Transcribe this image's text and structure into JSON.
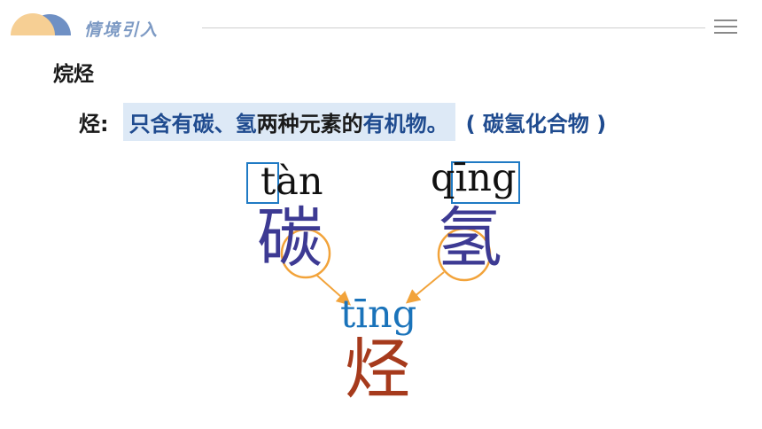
{
  "header": {
    "title": "情境引入",
    "logo_icon": "half-sun-logo-icon",
    "menu_icon": "hamburger-menu-icon"
  },
  "section_title": "烷烃",
  "definition": {
    "term": "烃:",
    "part1": "只含有",
    "part2": "碳、氢",
    "part3": "两种元素的",
    "part4": "有机物。",
    "note": "( 碳氢化合物 )"
  },
  "characters": {
    "carbon": {
      "pinyin": "tàn",
      "hanzi": "碳"
    },
    "hydrogen": {
      "pinyin": "qīng",
      "hanzi": "氢"
    },
    "result": {
      "pinyin": "tīng",
      "hanzi": "烃"
    }
  },
  "colors": {
    "header_title": "#7d9ac4",
    "definition_highlight_bg": "#dde9f6",
    "definition_blue": "#1f4b8f",
    "hanzi_purple": "#3d3a93",
    "result_pinyin_blue": "#1a73ba",
    "result_hanzi_red": "#a63a1c",
    "circle_orange": "#f2a33a",
    "box_blue": "#1f7ac4"
  }
}
